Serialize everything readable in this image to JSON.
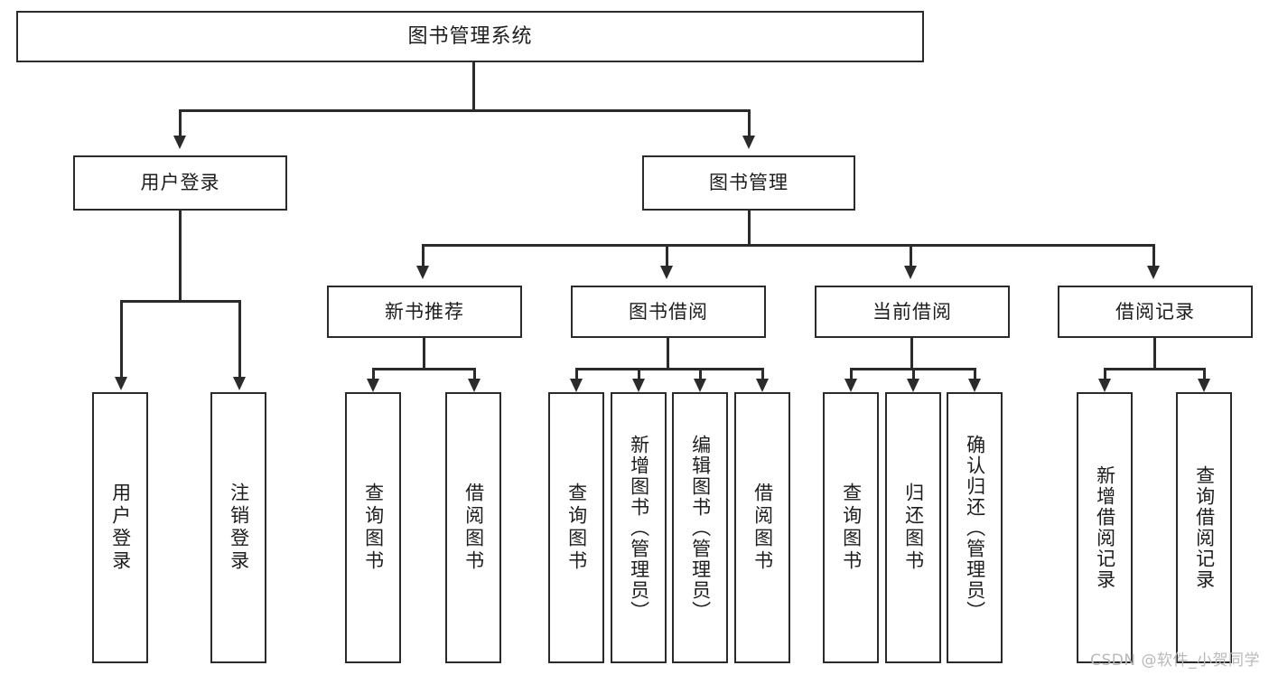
{
  "diagram": {
    "type": "tree-hierarchy",
    "title": "图书管理系统",
    "orientation": "top-down",
    "colors": {
      "box_border": "#2b2b2b",
      "box_fill": "#ffffff",
      "connector": "#2b2b2b",
      "text": "#1d1d1d",
      "watermark": "#b9b9b9"
    }
  },
  "nodes": {
    "root": {
      "label": "图书管理系统"
    },
    "level2": [
      {
        "label": "用户登录"
      },
      {
        "label": "图书管理"
      }
    ],
    "level3": [
      {
        "label": "新书推荐"
      },
      {
        "label": "图书借阅"
      },
      {
        "label": "当前借阅"
      },
      {
        "label": "借阅记录"
      }
    ],
    "leaves": {
      "user_login": [
        {
          "label": "用户登录"
        },
        {
          "label": "注销登录"
        }
      ],
      "new_book_recommend": [
        {
          "label": "查询图书"
        },
        {
          "label": "借阅图书"
        }
      ],
      "book_borrow": [
        {
          "label": "查询图书"
        },
        {
          "label": "新增图书（管理员）"
        },
        {
          "label": "编辑图书（管理员）"
        },
        {
          "label": "借阅图书"
        }
      ],
      "current_borrow": [
        {
          "label": "查询图书"
        },
        {
          "label": "归还图书"
        },
        {
          "label": "确认归还（管理员）"
        }
      ],
      "borrow_record": [
        {
          "label": "新增借阅记录"
        },
        {
          "label": "查询借阅记录"
        }
      ]
    }
  },
  "watermark": {
    "text": "CSDN @软件_小贺同学"
  }
}
